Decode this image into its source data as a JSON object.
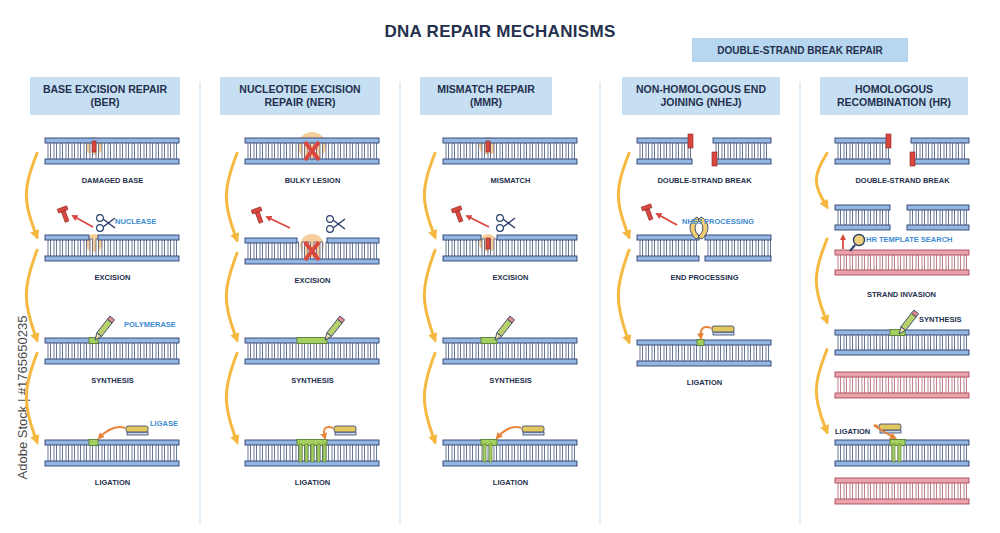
{
  "diagram": {
    "title": "DNA REPAIR MECHANISMS",
    "nodes": [
      {
        "text": [
          "BASE EXCISION REPAIR (BER)"
        ]
      },
      {
        "text": [
          "DAMAGED BASE"
        ]
      },
      {
        "text": [
          "EXCISION"
        ]
      },
      {
        "text": [
          "SYNTHESIS"
        ]
      },
      {
        "text": [
          "LIGATION"
        ]
      },
      {
        "text": [
          "NUCLEOTIDE EXCISION REPAIR (NER)"
        ]
      },
      {
        "text": [
          "BULKY LESION"
        ]
      },
      {
        "text": [
          "EXCISION"
        ]
      },
      {
        "text": [
          "SYNTHESIS"
        ]
      },
      {
        "text": [
          "LIGATION"
        ]
      },
      {
        "text": [
          "MISMATCH REPAIR (MMR)"
        ]
      },
      {
        "text": [
          "MISMATCH"
        ]
      },
      {
        "text": [
          "EXCISION"
        ]
      },
      {
        "text": [
          "SYNTHESIS"
        ]
      },
      {
        "text": [
          "LIGATION"
        ]
      },
      {
        "text": [
          "DOUBLE-STRAND BREAK REPAIR"
        ]
      },
      {
        "text": [
          "NON-HOMOLOGOUS END JOINING (NHEJ)"
        ]
      },
      {
        "text": [
          "DOUBLE-STRAND BREAK"
        ]
      },
      {
        "text": [
          "END PROCESSING"
        ]
      },
      {
        "text": [
          "LIGATION"
        ]
      },
      {
        "text": [
          "HOMOLOGOUS RECOMBINATION (HR)"
        ]
      },
      {
        "text": [
          "DOUBLE-STRAND BREAK"
        ]
      },
      {
        "text": [
          "STRAND INVASION"
        ]
      },
      {
        "text": [
          "SYNTHESIS"
        ]
      },
      {
        "text": [
          "LIGATION"
        ]
      }
    ],
    "edges": [
      {
        "from": 1,
        "to": 2,
        "arrow": "to"
      },
      {
        "from": 2,
        "to": 3,
        "arrow": "to"
      },
      {
        "from": 3,
        "to": 4,
        "arrow": "to"
      },
      {
        "from": 6,
        "to": 7,
        "arrow": "to"
      },
      {
        "from": 7,
        "to": 8,
        "arrow": "to"
      },
      {
        "from": 8,
        "to": 9,
        "arrow": "to"
      },
      {
        "from": 11,
        "to": 12,
        "arrow": "to"
      },
      {
        "from": 12,
        "to": 13,
        "arrow": "to"
      },
      {
        "from": 13,
        "to": 14,
        "arrow": "to"
      },
      {
        "from": 17,
        "to": 18,
        "arrow": "to"
      },
      {
        "from": 18,
        "to": 19,
        "arrow": "to"
      },
      {
        "from": 21,
        "to": 22,
        "arrow": "to"
      },
      {
        "from": 22,
        "to": 23,
        "arrow": "to"
      },
      {
        "from": 23,
        "to": 24,
        "arrow": "to"
      }
    ],
    "labels": [
      "NUCLEASE",
      "POLYMERASE",
      "LIGASE",
      "NHEJ PROCESSING",
      "HR TEMPLATE SEARCH",
      "Adobe Stock | #1765650235"
    ]
  }
}
